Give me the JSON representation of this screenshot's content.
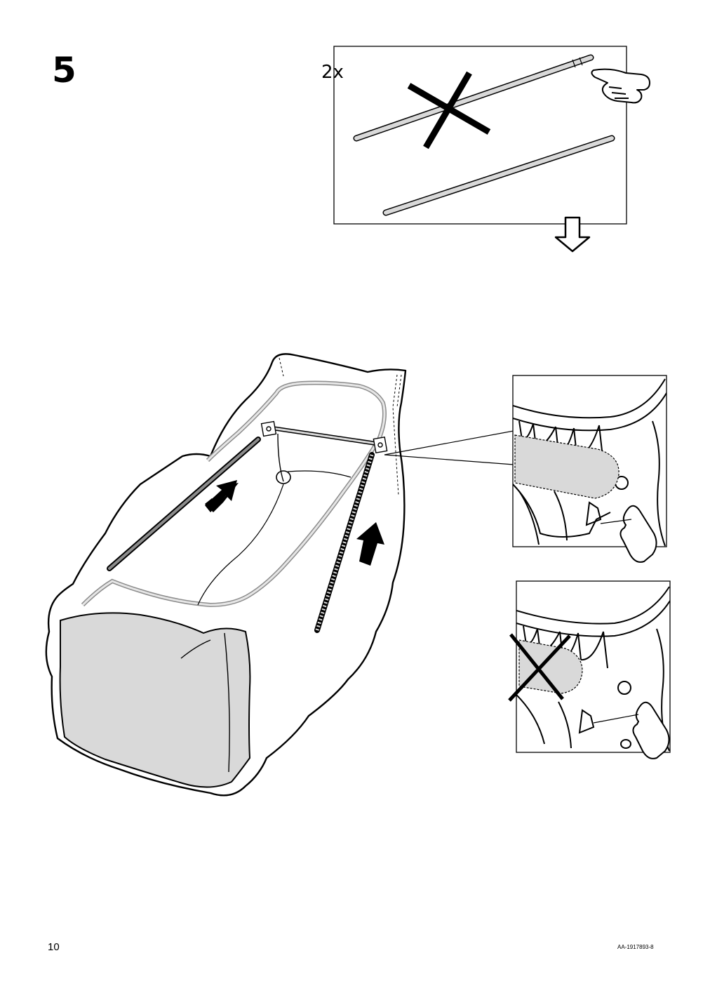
{
  "step": {
    "number": "5"
  },
  "parts_box": {
    "quantity": "2x"
  },
  "footer": {
    "page_number": "10",
    "doc_code": "AA-1917893-8"
  },
  "icons": [
    "pointing-hand-icon",
    "outline-down-arrow-icon",
    "solid-up-arrow-icon",
    "cross-mark-icon"
  ],
  "colors": {
    "line": "#000000",
    "fill_gray": "#d9d9d9",
    "background": "#ffffff"
  }
}
